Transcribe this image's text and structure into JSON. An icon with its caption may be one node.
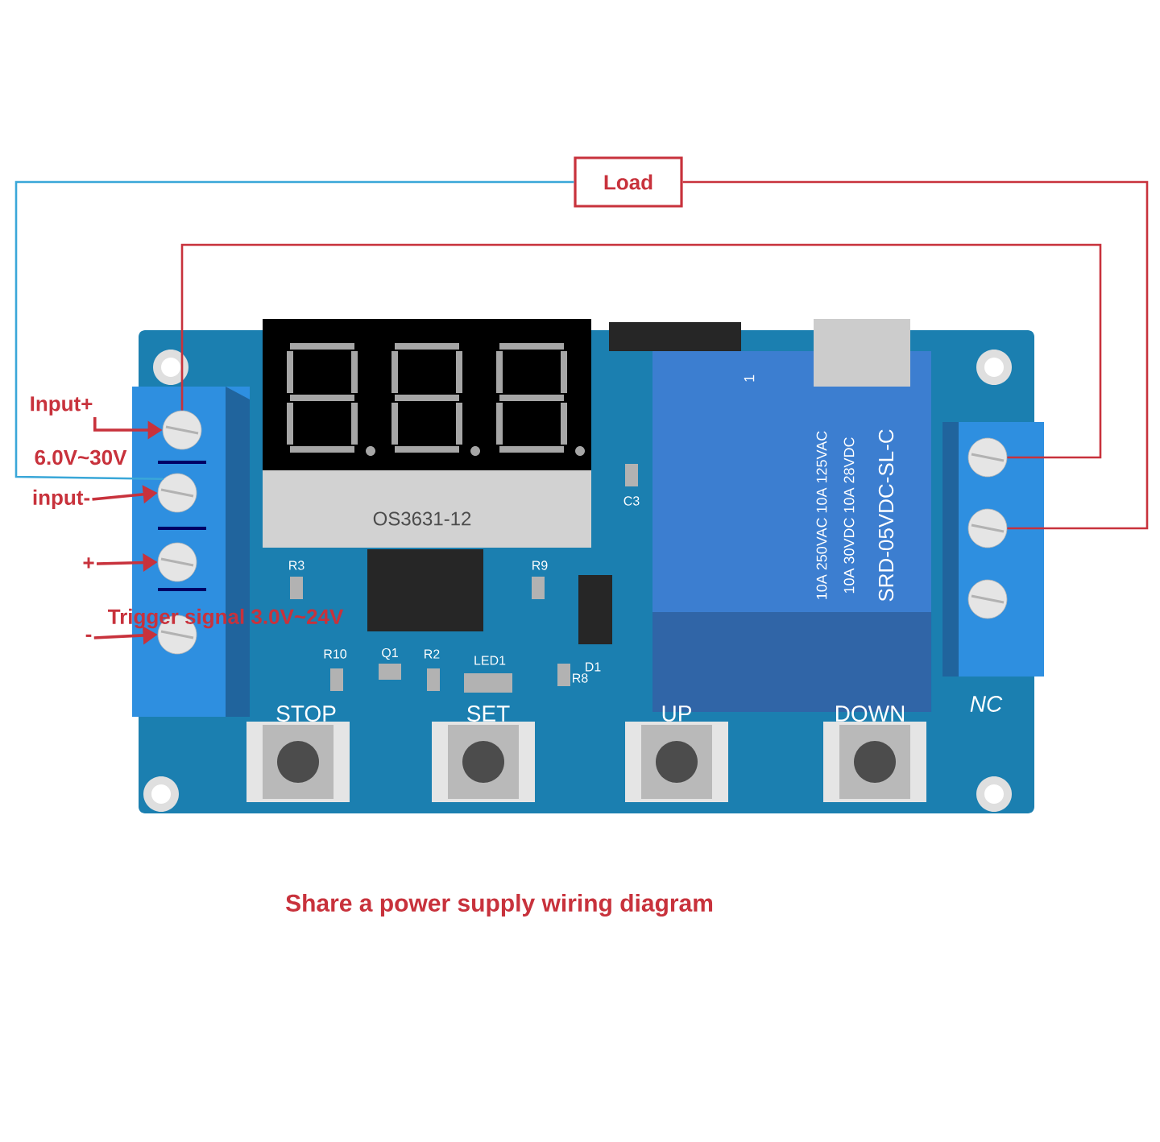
{
  "diagram": {
    "caption": "Share a power supply wiring diagram",
    "nodes": [
      {
        "text": [
          "Load"
        ]
      },
      {
        "text": [
          "Input+"
        ]
      },
      {
        "text": [
          "input-"
        ]
      },
      {
        "text": [
          "+"
        ]
      },
      {
        "text": [
          "-"
        ]
      },
      {
        "text": [],
        "shape": "circle"
      },
      {
        "text": [],
        "shape": "circle"
      },
      {
        "text": [],
        "shape": "circle"
      },
      {
        "text": [],
        "shape": "circle"
      },
      {
        "text": [],
        "shape": "circle"
      },
      {
        "text": [],
        "shape": "circle"
      },
      {
        "text": [],
        "shape": "circle"
      }
    ],
    "edges": [
      {
        "from": 1,
        "to": 5,
        "arrow": "to"
      },
      {
        "from": 2,
        "to": 6,
        "arrow": "to"
      },
      {
        "from": 3,
        "to": 7,
        "arrow": "to"
      },
      {
        "from": 4,
        "to": 8,
        "arrow": "to"
      },
      {
        "from": 0,
        "to": 6,
        "arrow": "none",
        "color": "#3aa7d8"
      },
      {
        "from": 0,
        "to": 10,
        "arrow": "none"
      },
      {
        "from": 5,
        "to": 9,
        "arrow": "none"
      }
    ],
    "labels": [
      "6.0V~30V",
      "Trigger signal 3.0V~24V",
      "OS3631-12",
      "R3",
      "R9",
      "C3",
      "R10",
      "Q1",
      "R2",
      "LED1",
      "R8",
      "D1",
      "1",
      "10A 250VAC 10A 125VAC",
      "10A 30VDC 10A 28VDC",
      "SRD-05VDC-SL-C",
      "STOP",
      "SET",
      "UP",
      "DOWN",
      "NC"
    ]
  }
}
